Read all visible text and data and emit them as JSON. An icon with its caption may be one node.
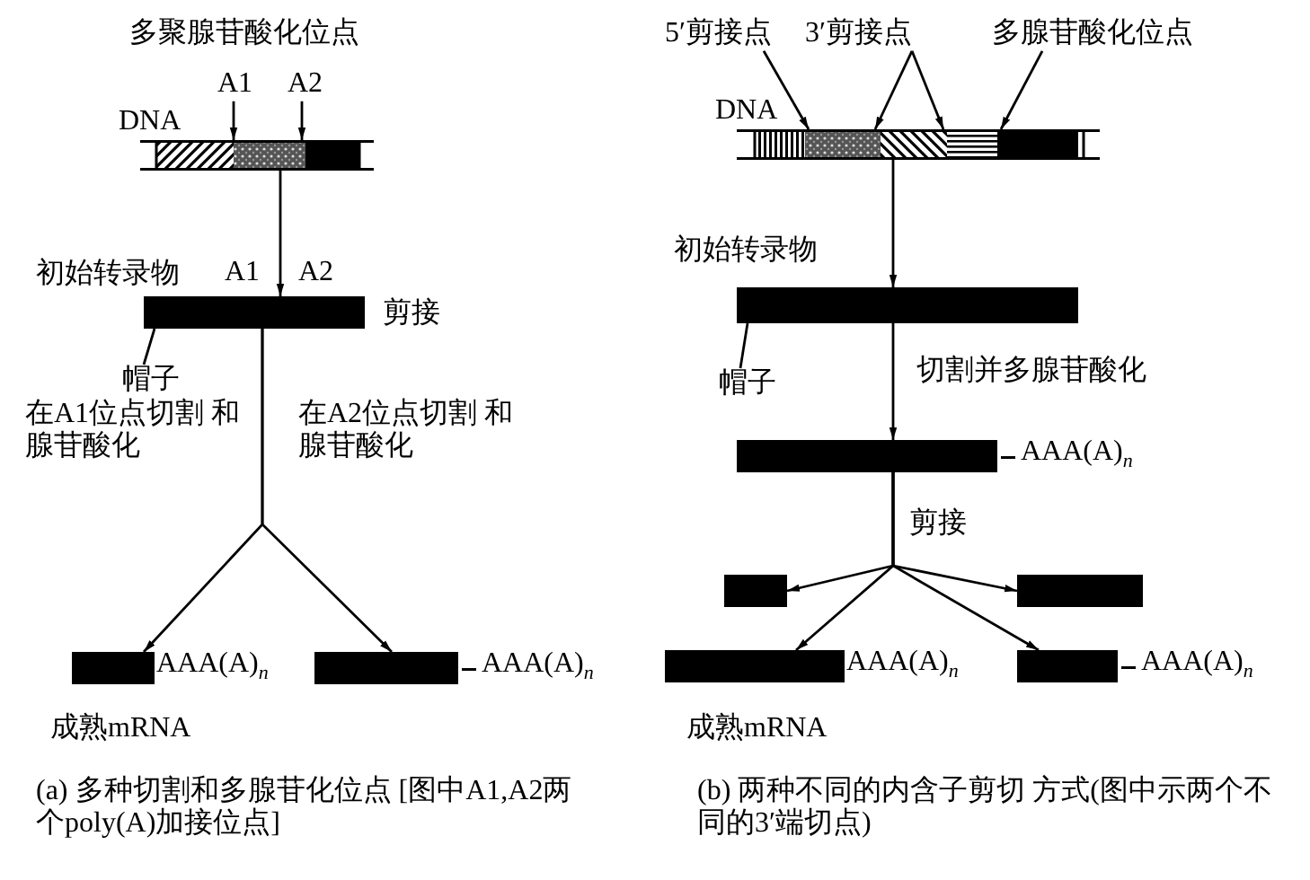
{
  "diagram": {
    "nodes": [
      {
        "text": [
          "A1"
        ]
      },
      {
        "text": [
          "A2"
        ]
      },
      {
        "text": [],
        "shape": "bar",
        "beside": [
          "DNA"
        ]
      },
      {
        "text": [],
        "shape": "bar",
        "beside": [
          "初始转录物",
          "剪接"
        ]
      },
      {
        "text": [
          "帽子"
        ]
      },
      {
        "text": [],
        "shape": "bar",
        "beside": [
          "AAA(A)$_{n}$"
        ]
      },
      {
        "text": [],
        "shape": "bar",
        "beside": [
          "AAA(A)$_{n}$"
        ]
      },
      {
        "text": [
          "5′剪接点"
        ]
      },
      {
        "text": [
          "3′剪接点"
        ]
      },
      {
        "text": [
          "多腺苷酸化位点"
        ]
      },
      {
        "text": [],
        "shape": "bar",
        "beside": [
          "DNA"
        ]
      },
      {
        "text": [],
        "shape": "bar",
        "beside": [
          "初始转录物"
        ]
      },
      {
        "text": [
          "帽子"
        ]
      },
      {
        "text": [],
        "shape": "bar",
        "beside": [
          "AAA(A)$_{n}$"
        ]
      },
      {
        "text": [],
        "shape": "bar"
      },
      {
        "text": [],
        "shape": "bar"
      },
      {
        "text": [],
        "shape": "bar",
        "beside": [
          "AAA(A)$_{n}$"
        ]
      },
      {
        "text": [],
        "shape": "bar",
        "beside": [
          "AAA(A)$_{n}$"
        ]
      }
    ],
    "edges": [
      {
        "from": 0,
        "to": 2,
        "arrow": "to"
      },
      {
        "from": 1,
        "to": 2,
        "arrow": "to"
      },
      {
        "from": 2,
        "to": 3,
        "arrow": "to"
      },
      {
        "from": 4,
        "to": 3,
        "arrow": "none"
      },
      {
        "from": 3,
        "to": 5,
        "arrow": "to",
        "label": "在A1位点切割 和腺苷酸化"
      },
      {
        "from": 3,
        "to": 6,
        "arrow": "to",
        "label": "在A2位点切割 和腺苷酸化"
      },
      {
        "from": 7,
        "to": 10,
        "arrow": "to"
      },
      {
        "from": 8,
        "to": 10,
        "arrow": "to"
      },
      {
        "from": 8,
        "to": 10,
        "arrow": "to"
      },
      {
        "from": 9,
        "to": 10,
        "arrow": "to"
      },
      {
        "from": 10,
        "to": 11,
        "arrow": "to"
      },
      {
        "from": 12,
        "to": 11,
        "arrow": "none"
      },
      {
        "from": 11,
        "to": 13,
        "arrow": "to",
        "label": "切割并多腺苷酸化"
      },
      {
        "from": 13,
        "to": 14,
        "arrow": "to",
        "label": "剪接"
      },
      {
        "from": 13,
        "to": 15,
        "arrow": "to"
      },
      {
        "from": 13,
        "to": 16,
        "arrow": "to"
      },
      {
        "from": 13,
        "to": 17,
        "arrow": "to"
      }
    ],
    "labels": [
      "多聚腺苷酸化位点",
      "A1",
      "A2",
      "成熟mRNA",
      "成熟mRNA",
      "(a) 多种切割和多腺苷化位点 [图中A1,A2两个poly(A)加接位点]",
      "(b) 两种不同的内含子剪切 方式(图中示两个不同的3′端切点)"
    ]
  }
}
